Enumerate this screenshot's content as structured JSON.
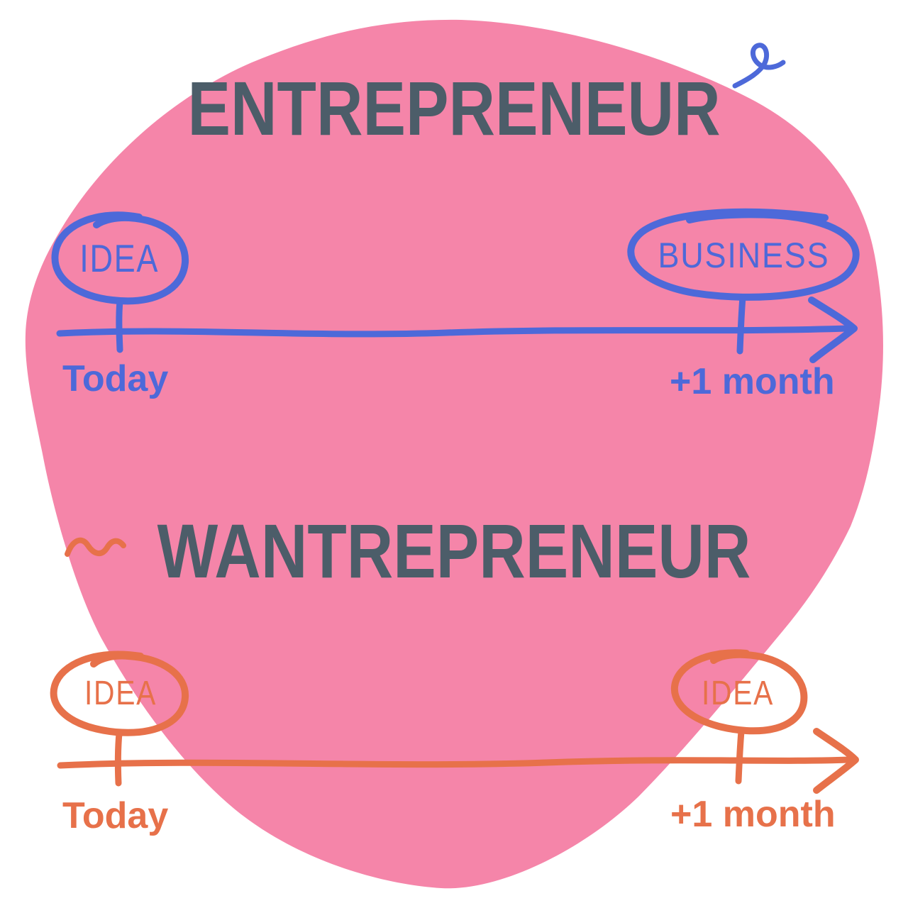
{
  "colors": {
    "background": "#ffffff",
    "blob_pink": "#F585A9",
    "title_slate": "#4C5D69",
    "entrepreneur_blue": "#4D69D9",
    "wantrepreneur_orange": "#E7714A"
  },
  "top_section": {
    "title": "ENTREPRENEUR",
    "start_label": "IDEA",
    "end_label": "BUSINESS",
    "start_time": "Today",
    "end_time": "+1 month"
  },
  "bottom_section": {
    "title": "WANTREPRENEUR",
    "start_label": "IDEA",
    "end_label": "IDEA",
    "start_time": "Today",
    "end_time": "+1 month"
  }
}
